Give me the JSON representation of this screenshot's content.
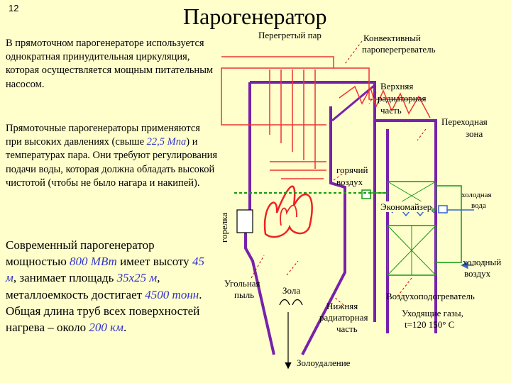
{
  "slide": {
    "page_number": "12",
    "title": "Парогенератор"
  },
  "text": {
    "para1": "В прямоточном парогенераторе используется однократная принудительная циркуляция, которая осуществляется мощным питательным насосом.",
    "para2_a": "Прямоточные парогенераторы применяются при высоких давлениях (свыше ",
    "para2_pressure": "22,5 Мпа",
    "para2_b": ") и температурах пара. Они требуют регулирования подачи воды, которая должна обладать высокой чистотой (чтобы не было нагара и накипей).",
    "para3_a": "Современный парогенератор мощностью ",
    "para3_power": "800 МВт",
    "para3_b": " имеет высоту ",
    "para3_height": "45 м",
    "para3_c": ", занимает площадь ",
    "para3_area": "35х25 м",
    "para3_d": ", металлоемкость достигает ",
    "para3_mass": "4500 тонн",
    "para3_e": ". Общая длина труб всех поверхностей нагрева – около ",
    "para3_length": "200 км",
    "para3_f": "."
  },
  "diagram": {
    "labels": {
      "superheated_steam": "Перегретый пар",
      "convective_superheater_1": "Конвективный",
      "convective_superheater_2": "пароперегреватель",
      "upper_radiant_1": "Верхняя",
      "upper_radiant_2": "радиаторная",
      "upper_radiant_3": "часть",
      "transition_zone_1": "Переходная",
      "transition_zone_2": "зона",
      "hot_air_1": "горячий",
      "hot_air_2": "воздух",
      "economizer": "Экономайзер",
      "cold_water_1": "холодная",
      "cold_water_2": "вода",
      "cold_air_1": "холодный",
      "cold_air_2": "воздух",
      "burner": "горелка",
      "coal_dust_1": "Угольная",
      "coal_dust_2": "пыль",
      "ash": "Зола",
      "lower_radiant_1": "Нижняя",
      "lower_radiant_2": "радиаторная",
      "lower_radiant_3": "часть",
      "air_heater": "Воздухоподогреватель",
      "flue_gases_1": "Уходящие газы,",
      "flue_gases_2": "t=120 150° С",
      "ash_removal": "Золоудаление"
    },
    "colors": {
      "background": "#ffffcc",
      "furnace_wall": "#7722aa",
      "steam_pipe": "#ee3333",
      "water_line": "#3366cc",
      "air_line": "#119911",
      "flame": "#ee2222"
    }
  }
}
